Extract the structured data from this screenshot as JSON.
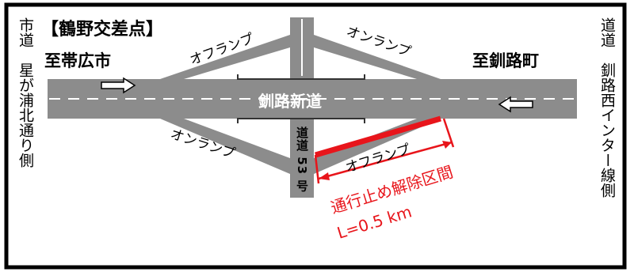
{
  "title": "【鶴野交差点】",
  "left_side_label": "市道　星が浦北通り側",
  "right_side_label": "道道　釧路西インター線側",
  "direction_left": "至帯広市",
  "direction_right": "至釧路町",
  "main_road": "釧路新道",
  "cross_road": "道道 53 号",
  "ramps": {
    "top_left": "オフランプ",
    "top_right": "オンランプ",
    "bottom_left": "オンランプ",
    "bottom_right": "オフランプ"
  },
  "notice": {
    "line1": "通行止め解除区間",
    "line2": "L=0.5 km"
  },
  "colors": {
    "road": "#8c8c8c",
    "highlight": "#e8151b",
    "frame": "#000000"
  }
}
